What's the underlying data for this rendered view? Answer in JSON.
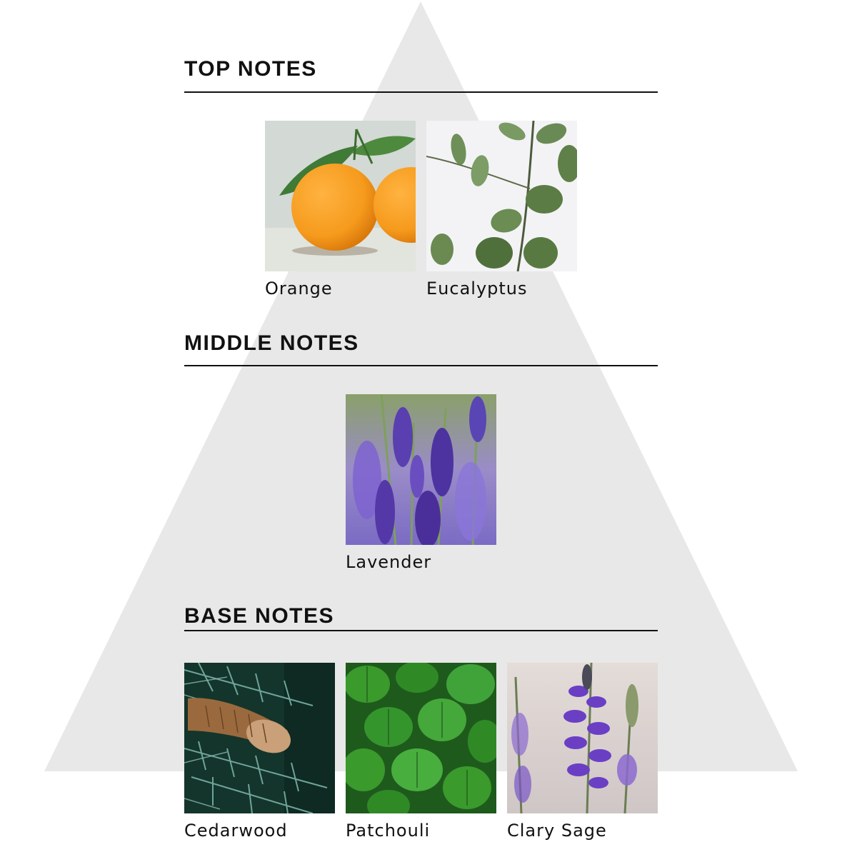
{
  "sections": [
    {
      "title": "TOP NOTES",
      "notes": [
        {
          "label": "Orange",
          "icon": "orange-fruit-photo"
        },
        {
          "label": "Eucalyptus",
          "icon": "eucalyptus-branch-photo"
        }
      ]
    },
    {
      "title": "MIDDLE NOTES",
      "notes": [
        {
          "label": "Lavender",
          "icon": "lavender-flowers-photo"
        }
      ]
    },
    {
      "title": "BASE NOTES",
      "notes": [
        {
          "label": "Cedarwood",
          "icon": "pine-cone-branch-photo"
        },
        {
          "label": "Patchouli",
          "icon": "patchouli-leaves-photo"
        },
        {
          "label": "Clary Sage",
          "icon": "clary-sage-flower-photo"
        }
      ]
    }
  ],
  "colors": {
    "pyramid": "#e8e8e8",
    "text": "#111111",
    "rule": "#111111",
    "background": "#ffffff"
  }
}
